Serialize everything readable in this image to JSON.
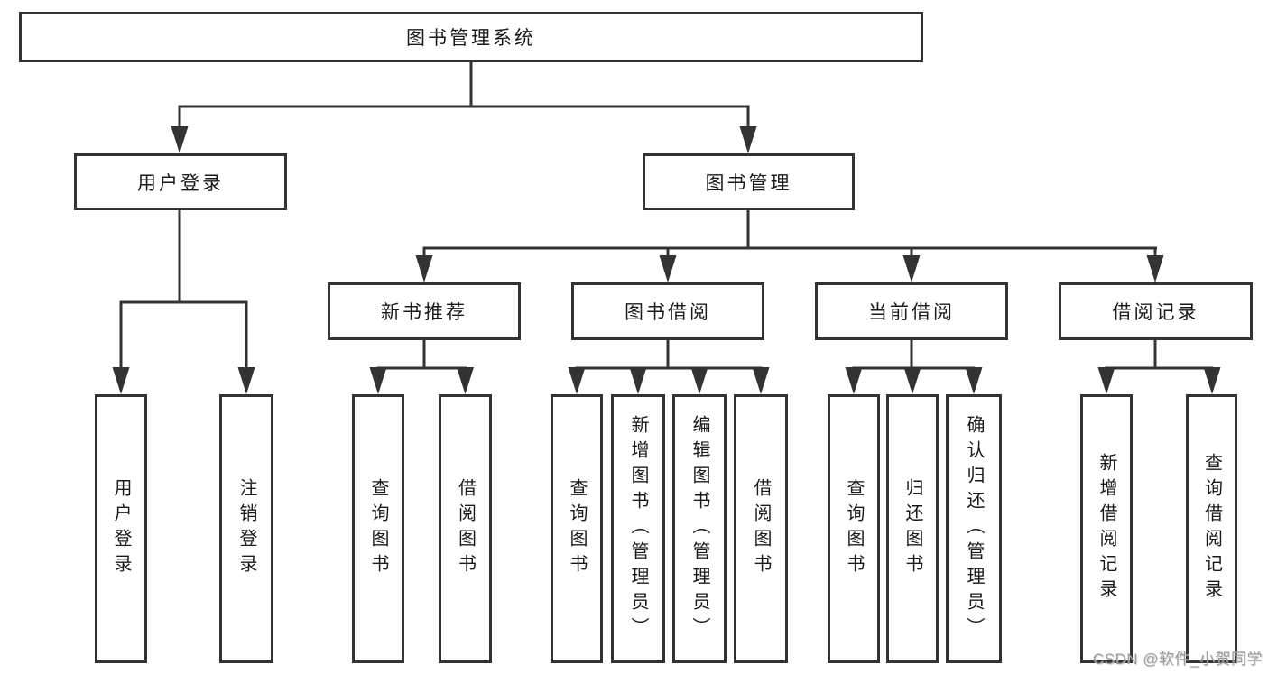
{
  "diagram": {
    "root": {
      "label": "图书管理系统"
    },
    "children": [
      {
        "label": "用户登录",
        "children": [
          {
            "label": "用户登录"
          },
          {
            "label": "注销登录"
          }
        ]
      },
      {
        "label": "图书管理",
        "children": [
          {
            "label": "新书推荐",
            "children": [
              {
                "label": "查询图书"
              },
              {
                "label": "借阅图书"
              }
            ]
          },
          {
            "label": "图书借阅",
            "children": [
              {
                "label": "查询图书"
              },
              {
                "label": "新增图书（管理员）"
              },
              {
                "label": "编辑图书（管理员）"
              },
              {
                "label": "借阅图书"
              }
            ]
          },
          {
            "label": "当前借阅",
            "children": [
              {
                "label": "查询图书"
              },
              {
                "label": "归还图书"
              },
              {
                "label": "确认归还（管理员）"
              }
            ]
          },
          {
            "label": "借阅记录",
            "children": [
              {
                "label": "新增借阅记录"
              },
              {
                "label": "查询借阅记录"
              }
            ]
          }
        ]
      }
    ]
  },
  "watermark": {
    "text": "CSDN @软件_小贺同学"
  },
  "colors": {
    "background": "#ffffff",
    "line": "#333333",
    "box_border": "#333333",
    "text": "#1a1a1a",
    "watermark": "#9b9b9b"
  }
}
